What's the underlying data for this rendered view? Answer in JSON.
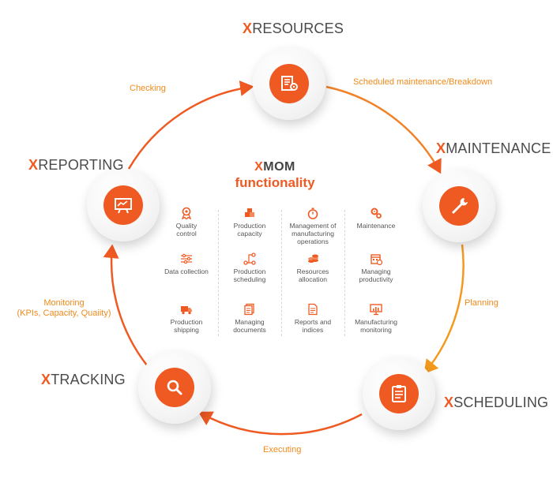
{
  "colors": {
    "accent": "#ef5a23",
    "flow_label": "#f08a1c",
    "text": "#444444"
  },
  "center": {
    "brand": "MOM",
    "subtitle": "functionality"
  },
  "modules": {
    "resources": {
      "title": "RESOURCES",
      "icon": "document-gear-icon"
    },
    "maintenance": {
      "title": "MAINTENANCE",
      "icon": "wrench-icon"
    },
    "scheduling": {
      "title": "SCHEDULING",
      "icon": "clipboard-icon"
    },
    "tracking": {
      "title": "TRACKING",
      "icon": "magnifier-icon"
    },
    "reporting": {
      "title": "REPORTING",
      "icon": "chart-board-icon"
    }
  },
  "brand_prefix": "X",
  "flows": {
    "checking": "Checking",
    "scheduled_maintenance": "Scheduled maintenance/Breakdown",
    "planning": "Planning",
    "executing": "Executing",
    "monitoring_1": "Monitoring",
    "monitoring_2": "(KPIs, Capacity, Quaiity)"
  },
  "functions": [
    {
      "lines": [
        "Quality",
        "control"
      ],
      "icon": "award-icon"
    },
    {
      "lines": [
        "Production",
        "capacity"
      ],
      "icon": "boxes-icon"
    },
    {
      "lines": [
        "Management of",
        "manufacturing",
        "operations"
      ],
      "icon": "stopwatch-icon"
    },
    {
      "lines": [
        "Maintenance"
      ],
      "icon": "gears-icon"
    },
    {
      "lines": [
        "Data collection"
      ],
      "icon": "sliders-icon"
    },
    {
      "lines": [
        "Production",
        "scheduling"
      ],
      "icon": "workflow-icon"
    },
    {
      "lines": [
        "Resources",
        "allocation"
      ],
      "icon": "coins-icon"
    },
    {
      "lines": [
        "Managing",
        "productivity"
      ],
      "icon": "calendar-icon"
    },
    {
      "lines": [
        "Production",
        "shipping"
      ],
      "icon": "truck-icon"
    },
    {
      "lines": [
        "Managing",
        "documents"
      ],
      "icon": "documents-icon"
    },
    {
      "lines": [
        "Reports and",
        "indices"
      ],
      "icon": "report-icon"
    },
    {
      "lines": [
        "Manufacturing",
        "monitoring"
      ],
      "icon": "monitor-icon"
    }
  ]
}
